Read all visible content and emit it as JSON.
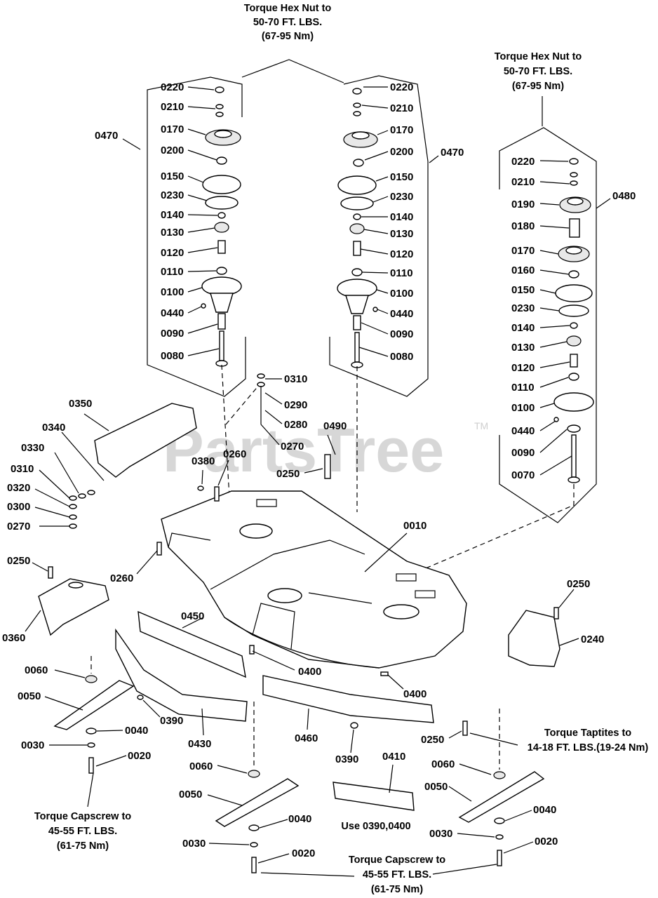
{
  "watermark": {
    "text": "PartsTree",
    "tm": "TM"
  },
  "notes": {
    "torque_hex_nut_top": [
      "Torque Hex Nut to",
      "50-70 FT. LBS.",
      "(67-95 Nm)"
    ],
    "torque_hex_nut_right": [
      "Torque Hex Nut to",
      "50-70 FT. LBS.",
      "(67-95 Nm)"
    ],
    "torque_taptites": [
      "Torque Taptites to",
      "14-18 FT. LBS.(19-24 Nm)"
    ],
    "torque_capscrew_left": [
      "Torque Capscrew to",
      "45-55 FT. LBS.",
      "(61-75 Nm)"
    ],
    "torque_capscrew_bottom": [
      "Torque Capscrew to",
      "45-55 FT. LBS.",
      "(61-75 Nm)"
    ],
    "use_note": "Use 0390,0400"
  },
  "labels": {
    "l0220a": "0220",
    "l0210a": "0210",
    "l0170a": "0170",
    "l0200a": "0200",
    "l0150a": "0150",
    "l0230a": "0230",
    "l0140a": "0140",
    "l0130a": "0130",
    "l0120a": "0120",
    "l0110a": "0110",
    "l0100a": "0100",
    "l0440a": "0440",
    "l0090a": "0090",
    "l0080a": "0080",
    "l0470a": "0470",
    "l0220b": "0220",
    "l0210b": "0210",
    "l0170b": "0170",
    "l0200b": "0200",
    "l0150b": "0150",
    "l0230b": "0230",
    "l0140b": "0140",
    "l0130b": "0130",
    "l0120b": "0120",
    "l0110b": "0110",
    "l0100b": "0100",
    "l0440b": "0440",
    "l0090b": "0090",
    "l0080b": "0080",
    "l0470b": "0470",
    "l0220c": "0220",
    "l0210c": "0210",
    "l0190c": "0190",
    "l0480c": "0480",
    "l0180c": "0180",
    "l0170c": "0170",
    "l0160c": "0160",
    "l0150c": "0150",
    "l0230c": "0230",
    "l0140c": "0140",
    "l0130c": "0130",
    "l0120c": "0120",
    "l0110c": "0110",
    "l0100c": "0100",
    "l0440c": "0440",
    "l0090c": "0090",
    "l0070c": "0070",
    "l0310a": "0310",
    "l0290": "0290",
    "l0280": "0280",
    "l0270a": "0270",
    "l0490": "0490",
    "l0250a": "0250",
    "l0350": "0350",
    "l0340": "0340",
    "l0330": "0330",
    "l0310b": "0310",
    "l0320": "0320",
    "l0300": "0300",
    "l0270b": "0270",
    "l0380": "0380",
    "l0260a": "0260",
    "l0010": "0010",
    "l0250b": "0250",
    "l0360": "0360",
    "l0260b": "0260",
    "l0250c": "0250",
    "l0240": "0240",
    "l0450": "0450",
    "l0400a": "0400",
    "l0400b": "0400",
    "l0060a": "0060",
    "l0050a": "0050",
    "l0390a": "0390",
    "l0040a": "0040",
    "l0030a": "0030",
    "l0020a": "0020",
    "l0430": "0430",
    "l0460": "0460",
    "l0390b": "0390",
    "l0410": "0410",
    "l0250d": "0250",
    "l0060b": "0060",
    "l0050b": "0050",
    "l0040b": "0040",
    "l0030b": "0030",
    "l0020b": "0020",
    "l0060c": "0060",
    "l0050c": "0050",
    "l0040c": "0040",
    "l0030c": "0030",
    "l0020c": "0020"
  }
}
